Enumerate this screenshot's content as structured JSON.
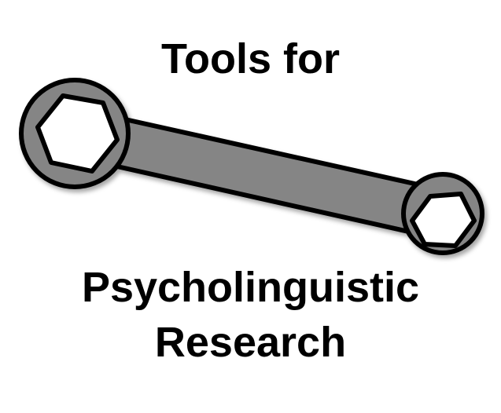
{
  "title": {
    "line1": "Tools for",
    "line2": "Psycholinguistic",
    "line3": "Research"
  },
  "icon": {
    "name": "wrench-icon",
    "fill_color": "#858585",
    "inner_fill_color": "#ffffff",
    "stroke_color": "#000000"
  }
}
